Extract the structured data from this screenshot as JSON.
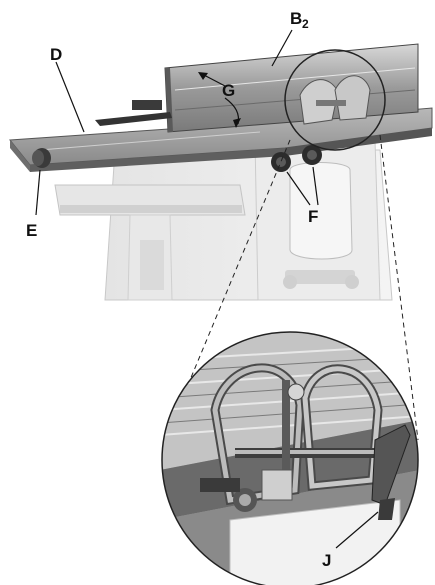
{
  "callouts": {
    "b": "B",
    "b_sub": "2",
    "d": "D",
    "g": "G",
    "e": "E",
    "f": "F",
    "j": "J"
  }
}
